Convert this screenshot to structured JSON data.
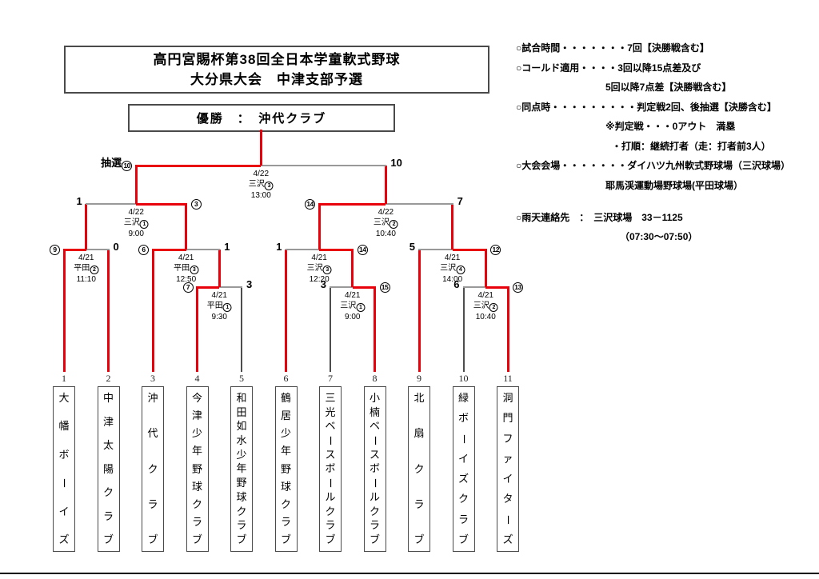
{
  "title": {
    "line1": "高円宮賜杯第38回全日本学童軟式野球",
    "line2": "大分県大会　中津支部予選"
  },
  "champion": {
    "label": "優勝　：　沖代クラブ"
  },
  "notes": [
    {
      "text": "○試合時間・・・・・・・7回【決勝戦含む】",
      "indent": 0,
      "gap_before": false
    },
    {
      "text": "○コールド適用・・・・3回以降15点差及び",
      "indent": 0,
      "gap_before": false
    },
    {
      "text": "5回以降7点差【決勝戦含む】",
      "indent": 1,
      "gap_before": false
    },
    {
      "text": "○同点時・・・・・・・・・判定戦2回、後抽選【決勝含む】",
      "indent": 0,
      "gap_before": false
    },
    {
      "text": "※判定戦・・・0アウト　満塁",
      "indent": 1,
      "gap_before": false
    },
    {
      "text": "・打順：継続打者（走：打者前3人）",
      "indent": 2,
      "gap_before": false
    },
    {
      "text": "○大会会場・・・・・・・ダイハツ九州軟式野球場（三沢球場）",
      "indent": 0,
      "gap_before": false
    },
    {
      "text": "耶馬渓運動場野球場(平田球場）",
      "indent": 1,
      "gap_before": false
    },
    {
      "text": "○雨天連絡先　：　三沢球場　33－1125",
      "indent": 0,
      "gap_before": true
    },
    {
      "text": "（07:30～07:50）",
      "indent": 3,
      "gap_before": false
    }
  ],
  "teams": [
    {
      "num": "1",
      "name": "大幡ボーイズ",
      "lost_first_round": false
    },
    {
      "num": "2",
      "name": "中津太陽クラブ",
      "lost_first_round": false
    },
    {
      "num": "3",
      "name": "沖代クラブ",
      "lost_first_round": false
    },
    {
      "num": "4",
      "name": "今津少年野球クラブ",
      "lost_first_round": false
    },
    {
      "num": "5",
      "name": "和田如水少年野球クラブ",
      "lost_first_round": true
    },
    {
      "num": "6",
      "name": "鶴居少年野球クラブ",
      "lost_first_round": false
    },
    {
      "num": "7",
      "name": "三光ベースボールクラブ",
      "lost_first_round": true
    },
    {
      "num": "8",
      "name": "小楠ベースボールクラブ",
      "lost_first_round": false
    },
    {
      "num": "9",
      "name": "北扇クラブ",
      "lost_first_round": false
    },
    {
      "num": "10",
      "name": "緑ボーイズクラブ",
      "lost_first_round": true
    },
    {
      "num": "11",
      "name": "洞門ファイターズ",
      "lost_first_round": false
    }
  ],
  "matches": [
    {
      "id": "pa",
      "round": "first-round",
      "date": "4/21",
      "venue": "平田①",
      "time": "9:30",
      "left_score": "⑦",
      "right_score": "3",
      "winner": "left"
    },
    {
      "id": "pb",
      "round": "first-round",
      "date": "4/21",
      "venue": "三沢①",
      "time": "9:00",
      "left_score": "3",
      "right_score": "⑮",
      "winner": "right"
    },
    {
      "id": "pc",
      "round": "first-round",
      "date": "4/21",
      "venue": "三沢②",
      "time": "10:40",
      "left_score": "6",
      "right_score": "⑬",
      "winner": "right"
    },
    {
      "id": "qf1",
      "round": "quarterfinal",
      "date": "4/21",
      "venue": "平田②",
      "time": "11:10",
      "left_score": "⑨",
      "right_score": "0",
      "winner": "left"
    },
    {
      "id": "qf2",
      "round": "quarterfinal",
      "date": "4/21",
      "venue": "平田③",
      "time": "12:50",
      "left_score": "⑥",
      "right_score": "1",
      "winner": "left"
    },
    {
      "id": "qf3",
      "round": "quarterfinal",
      "date": "4/21",
      "venue": "三沢③",
      "time": "12:20",
      "left_score": "1",
      "right_score": "⑭",
      "winner": "right"
    },
    {
      "id": "qf4",
      "round": "quarterfinal",
      "date": "4/21",
      "venue": "三沢④",
      "time": "14:00",
      "left_score": "5",
      "right_score": "⑫",
      "winner": "right"
    },
    {
      "id": "sl",
      "round": "semifinal",
      "date": "4/22",
      "venue": "三沢①",
      "time": "9:00",
      "left_score": "1",
      "right_score": "③",
      "winner": "right"
    },
    {
      "id": "sr",
      "round": "semifinal",
      "date": "4/22",
      "venue": "三沢②",
      "time": "10:40",
      "left_score": "⑭",
      "right_score": "7",
      "winner": "left"
    },
    {
      "id": "f",
      "round": "final",
      "date": "4/22",
      "venue": "三沢③",
      "time": "13:00",
      "left_score": "抽選⑩",
      "right_score": "10",
      "winner": "left"
    }
  ],
  "colors": {
    "advance_line": "#e8000a",
    "loser_line": "#999999",
    "eliminated_leg": "#4d4d4d",
    "border": "#4a4a4a"
  }
}
